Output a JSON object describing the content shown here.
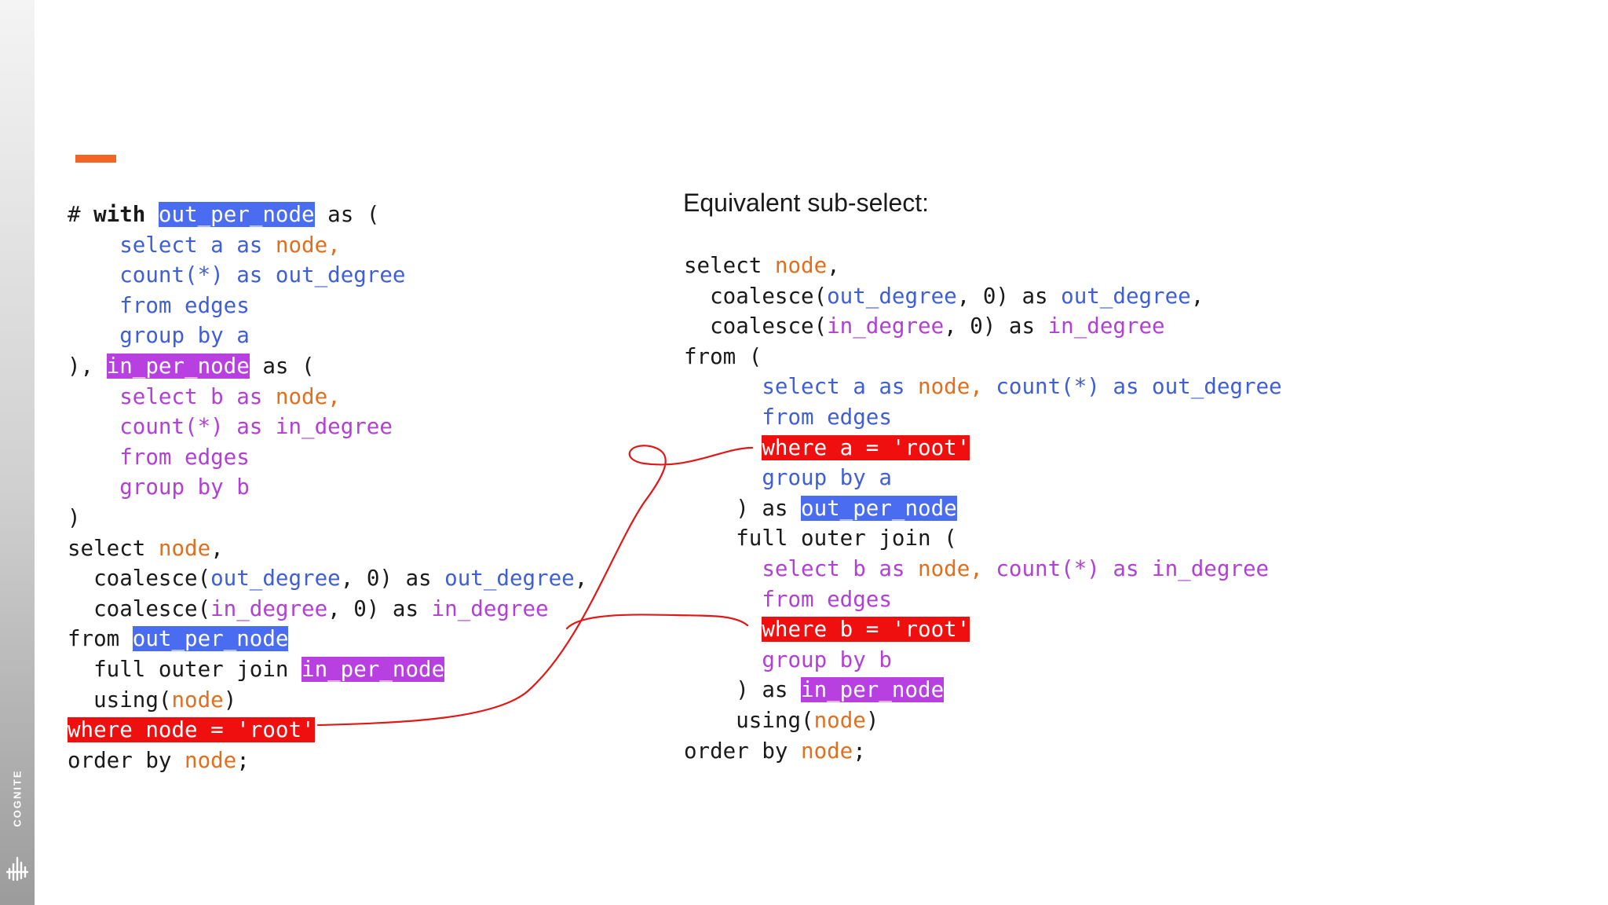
{
  "brand": {
    "name": "COGNITE"
  },
  "colors": {
    "accent": "#f26522",
    "blue": "#4a6cf0",
    "purple": "#b83fe0",
    "red": "#f00f0f",
    "orange": "#e0701e"
  },
  "right": {
    "title": "Equivalent sub-select:"
  },
  "left_code": [
    [
      {
        "t": "# "
      },
      {
        "t": "with",
        "c": "bold"
      },
      {
        "t": " "
      },
      {
        "t": "out_per_node",
        "c": "hl-blue"
      },
      {
        "t": " as ("
      }
    ],
    [
      {
        "t": "    "
      },
      {
        "t": "select a as ",
        "c": "kw"
      },
      {
        "t": "node,",
        "c": "nd"
      }
    ],
    [
      {
        "t": "    "
      },
      {
        "t": "count(*) as out_degree",
        "c": "kw"
      }
    ],
    [
      {
        "t": "    "
      },
      {
        "t": "from edges",
        "c": "kw"
      }
    ],
    [
      {
        "t": "    "
      },
      {
        "t": "group by a",
        "c": "kw"
      }
    ],
    [
      {
        "t": "), "
      },
      {
        "t": "in_per_node",
        "c": "hl-purple"
      },
      {
        "t": " as ("
      }
    ],
    [
      {
        "t": "    "
      },
      {
        "t": "select b as ",
        "c": "kw2"
      },
      {
        "t": "node,",
        "c": "nd"
      }
    ],
    [
      {
        "t": "    "
      },
      {
        "t": "count(*) as in_degree",
        "c": "kw2"
      }
    ],
    [
      {
        "t": "    "
      },
      {
        "t": "from edges",
        "c": "kw2"
      }
    ],
    [
      {
        "t": "    "
      },
      {
        "t": "group by b",
        "c": "kw2"
      }
    ],
    [
      {
        "t": ")"
      }
    ],
    [
      {
        "t": "select "
      },
      {
        "t": "node",
        "c": "nd"
      },
      {
        "t": ","
      }
    ],
    [
      {
        "t": "  coalesce("
      },
      {
        "t": "out_degree",
        "c": "kw"
      },
      {
        "t": ", 0) as "
      },
      {
        "t": "out_degree",
        "c": "kw"
      },
      {
        "t": ","
      }
    ],
    [
      {
        "t": "  coalesce("
      },
      {
        "t": "in_degree",
        "c": "kw2"
      },
      {
        "t": ", 0) as "
      },
      {
        "t": "in_degree",
        "c": "kw2"
      }
    ],
    [
      {
        "t": "from "
      },
      {
        "t": "out_per_node",
        "c": "hl-blue"
      }
    ],
    [
      {
        "t": "  full outer join "
      },
      {
        "t": "in_per_node",
        "c": "hl-purple"
      }
    ],
    [
      {
        "t": "  using("
      },
      {
        "t": "node",
        "c": "nd"
      },
      {
        "t": ")"
      }
    ],
    [
      {
        "t": "where node = 'root'",
        "c": "hl-red"
      }
    ],
    [
      {
        "t": "order by "
      },
      {
        "t": "node",
        "c": "nd"
      },
      {
        "t": ";"
      }
    ]
  ],
  "right_code": [
    [
      {
        "t": "select "
      },
      {
        "t": "node",
        "c": "nd"
      },
      {
        "t": ","
      }
    ],
    [
      {
        "t": "  coalesce("
      },
      {
        "t": "out_degree",
        "c": "kw"
      },
      {
        "t": ", 0) as "
      },
      {
        "t": "out_degree",
        "c": "kw"
      },
      {
        "t": ","
      }
    ],
    [
      {
        "t": "  coalesce("
      },
      {
        "t": "in_degree",
        "c": "kw2"
      },
      {
        "t": ", 0) as "
      },
      {
        "t": "in_degree",
        "c": "kw2"
      }
    ],
    [
      {
        "t": "from ("
      }
    ],
    [
      {
        "t": "      "
      },
      {
        "t": "select a as ",
        "c": "kw"
      },
      {
        "t": "node, ",
        "c": "nd"
      },
      {
        "t": "count(*) as out_degree",
        "c": "kw"
      }
    ],
    [
      {
        "t": "      "
      },
      {
        "t": "from edges",
        "c": "kw"
      }
    ],
    [
      {
        "t": "      "
      },
      {
        "t": "where a = 'root'",
        "c": "hl-red"
      }
    ],
    [
      {
        "t": "      "
      },
      {
        "t": "group by a",
        "c": "kw"
      }
    ],
    [
      {
        "t": "    ) as "
      },
      {
        "t": "out_per_node",
        "c": "hl-blue"
      }
    ],
    [
      {
        "t": "    full outer join ("
      }
    ],
    [
      {
        "t": "      "
      },
      {
        "t": "select b as ",
        "c": "kw2"
      },
      {
        "t": "node, ",
        "c": "nd"
      },
      {
        "t": "count(*) as in_degree",
        "c": "kw2"
      }
    ],
    [
      {
        "t": "      "
      },
      {
        "t": "from edges",
        "c": "kw2"
      }
    ],
    [
      {
        "t": "      "
      },
      {
        "t": "where b = 'root'",
        "c": "hl-red"
      }
    ],
    [
      {
        "t": "      "
      },
      {
        "t": "group by b",
        "c": "kw2"
      }
    ],
    [
      {
        "t": "    ) as "
      },
      {
        "t": "in_per_node",
        "c": "hl-purple"
      }
    ],
    [
      {
        "t": "    using("
      },
      {
        "t": "node",
        "c": "nd"
      },
      {
        "t": ")"
      }
    ],
    [
      {
        "t": "order by "
      },
      {
        "t": "node",
        "c": "nd"
      },
      {
        "t": ";"
      }
    ]
  ]
}
